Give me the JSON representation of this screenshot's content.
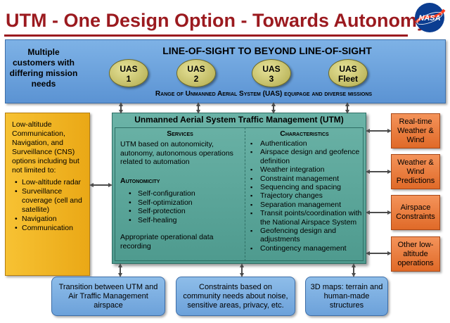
{
  "title": "UTM - One Design Option - Towards Autonomy",
  "logo_text": "NASA",
  "top": {
    "customers": "Multiple customers with differing mission needs",
    "heading": "LINE-OF-SIGHT TO BEYOND LINE-OF-SIGHT",
    "uas": [
      {
        "label": "UAS",
        "sub": "1"
      },
      {
        "label": "UAS",
        "sub": "2"
      },
      {
        "label": "UAS",
        "sub": "3"
      },
      {
        "label": "UAS",
        "sub": "Fleet"
      }
    ],
    "caption": "Range of Unmanned Aerial System (UAS) equipage and diverse missions"
  },
  "left": {
    "intro": "Low-altitude Communication, Navigation, and Surveillance (CNS) options including but not limited to:",
    "items": [
      "Low-altitude radar",
      "Surveillance coverage (cell and satellite)",
      "Navigation",
      "Communication"
    ]
  },
  "center": {
    "title": "Unmanned Aerial System Traffic Management (UTM)",
    "services_heading": "Services",
    "characteristics_heading": "Characteristics",
    "services_intro": "UTM based on autonomicity, autonomy, autonomous operations related to automation",
    "autonomicity_heading": "Autonomicity",
    "autonomicity_items": [
      "Self-configuration",
      "Self-optimization",
      "Self-protection",
      "Self-healing"
    ],
    "recording": "Appropriate operational data recording",
    "characteristics": [
      "Authentication",
      "Airspace design and geofence definition",
      "Weather integration",
      "Constraint management",
      "Sequencing and spacing",
      "Trajectory changes",
      "Separation management",
      "Transit points/coordination with the National Airspace System",
      "Geofencing design and adjustments",
      "Contingency management"
    ]
  },
  "right": [
    "Real-time Weather & Wind",
    "Weather & Wind Predictions",
    "Airspace Constraints",
    "Other low-altitude operations"
  ],
  "bottom": [
    "Transition between UTM and Air Traffic Management airspace",
    "Constraints based on community needs about noise, sensitive areas, privacy, etc.",
    "3D maps: terrain and human-made structures"
  ],
  "colors": {
    "title": "#9b1a1f",
    "top_band": "#6aa0dc",
    "uas_node": "#cfc96f",
    "left_box": "#f2b526",
    "center_box": "#5ea79b",
    "right_box": "#ec7b3b",
    "bottom_box": "#7daee2"
  }
}
